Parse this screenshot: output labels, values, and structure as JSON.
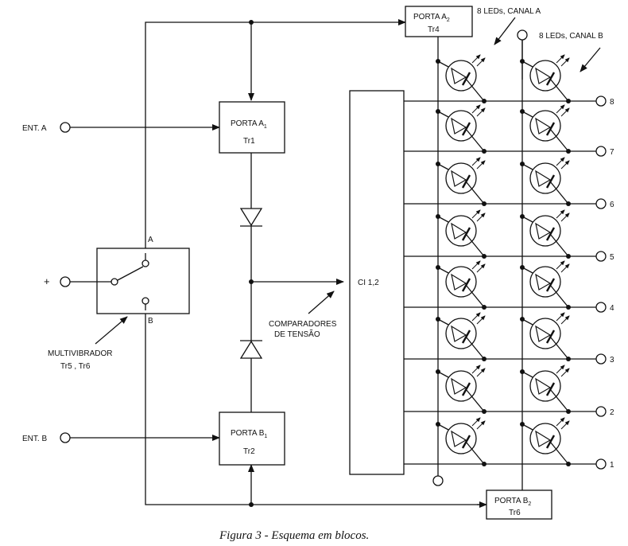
{
  "diagram": {
    "caption": "Figura 3 - Esquema em blocos.",
    "inputs": {
      "ent_a": "ENT. A",
      "ent_b": "ENT. B",
      "plus": "+"
    },
    "switch": {
      "a": "A",
      "b": "B"
    },
    "multivibrador": {
      "line1": "MULTIVIBRADOR",
      "line2": "Tr5 , Tr6"
    },
    "porta_a1": {
      "label": "PORTA A",
      "sub": "1",
      "tr": "Tr1"
    },
    "porta_b1": {
      "label": "PORTA B",
      "sub": "1",
      "tr": "Tr2"
    },
    "porta_a2": {
      "label": "PORTA A",
      "sub": "2",
      "tr": "Tr4"
    },
    "porta_b2": {
      "label": "PORTA B",
      "sub": "2",
      "tr": "Tr6"
    },
    "ci": "CI 1,2",
    "comparadores": {
      "line1": "COMPARADORES",
      "line2": "DE TENSÃO"
    },
    "leds_a": "8 LEDs, CANAL A",
    "leds_b": "8 LEDs, CANAL B",
    "outputs": [
      "8",
      "7",
      "6",
      "5",
      "4",
      "3",
      "2",
      "1"
    ]
  }
}
